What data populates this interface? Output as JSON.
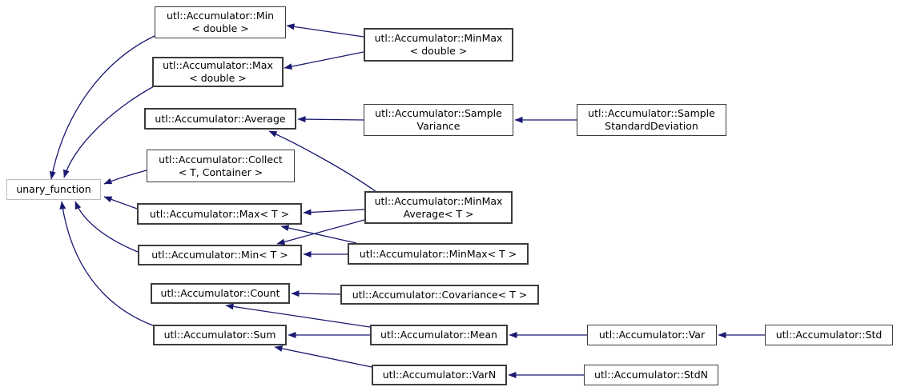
{
  "diagram": {
    "type": "doxygen-inheritance-graph",
    "colors": {
      "background": "#ffffff",
      "edge": "#191970",
      "border": "#3c3c3c",
      "border_external": "#bdbdbd",
      "text": "#000000"
    },
    "nodes": {
      "unary_function": {
        "label": "unary_function"
      },
      "min_double": {
        "label": "utl::Accumulator::Min\n< double >"
      },
      "max_double": {
        "label": "utl::Accumulator::Max\n< double >"
      },
      "average": {
        "label": "utl::Accumulator::Average"
      },
      "collect": {
        "label": "utl::Accumulator::Collect\n< T, Container >"
      },
      "max_t": {
        "label": "utl::Accumulator::Max< T >"
      },
      "min_t": {
        "label": "utl::Accumulator::Min< T >"
      },
      "count": {
        "label": "utl::Accumulator::Count"
      },
      "sum": {
        "label": "utl::Accumulator::Sum"
      },
      "minmax_double": {
        "label": "utl::Accumulator::MinMax\n< double >"
      },
      "sample_variance": {
        "label": "utl::Accumulator::Sample\nVariance"
      },
      "sample_stddev": {
        "label": "utl::Accumulator::Sample\nStandardDeviation"
      },
      "minmax_average": {
        "label": "utl::Accumulator::MinMax\nAverage< T >"
      },
      "minmax_t": {
        "label": "utl::Accumulator::MinMax< T >"
      },
      "covariance": {
        "label": "utl::Accumulator::Covariance< T >"
      },
      "mean": {
        "label": "utl::Accumulator::Mean"
      },
      "var": {
        "label": "utl::Accumulator::Var"
      },
      "std": {
        "label": "utl::Accumulator::Std"
      },
      "varn": {
        "label": "utl::Accumulator::VarN"
      },
      "stdn": {
        "label": "utl::Accumulator::StdN"
      }
    },
    "edges": [
      {
        "from": "min_double",
        "to": "unary_function"
      },
      {
        "from": "max_double",
        "to": "unary_function"
      },
      {
        "from": "collect",
        "to": "unary_function"
      },
      {
        "from": "max_t",
        "to": "unary_function"
      },
      {
        "from": "min_t",
        "to": "unary_function"
      },
      {
        "from": "sum",
        "to": "unary_function"
      },
      {
        "from": "minmax_double",
        "to": "min_double"
      },
      {
        "from": "minmax_double",
        "to": "max_double"
      },
      {
        "from": "sample_variance",
        "to": "average"
      },
      {
        "from": "sample_stddev",
        "to": "sample_variance"
      },
      {
        "from": "minmax_average",
        "to": "average"
      },
      {
        "from": "minmax_average",
        "to": "max_t"
      },
      {
        "from": "minmax_average",
        "to": "min_t"
      },
      {
        "from": "minmax_t",
        "to": "min_t"
      },
      {
        "from": "minmax_t",
        "to": "max_t"
      },
      {
        "from": "covariance",
        "to": "count"
      },
      {
        "from": "mean",
        "to": "count"
      },
      {
        "from": "mean",
        "to": "sum"
      },
      {
        "from": "varn",
        "to": "sum"
      },
      {
        "from": "var",
        "to": "mean"
      },
      {
        "from": "std",
        "to": "var"
      },
      {
        "from": "stdn",
        "to": "varn"
      }
    ]
  }
}
